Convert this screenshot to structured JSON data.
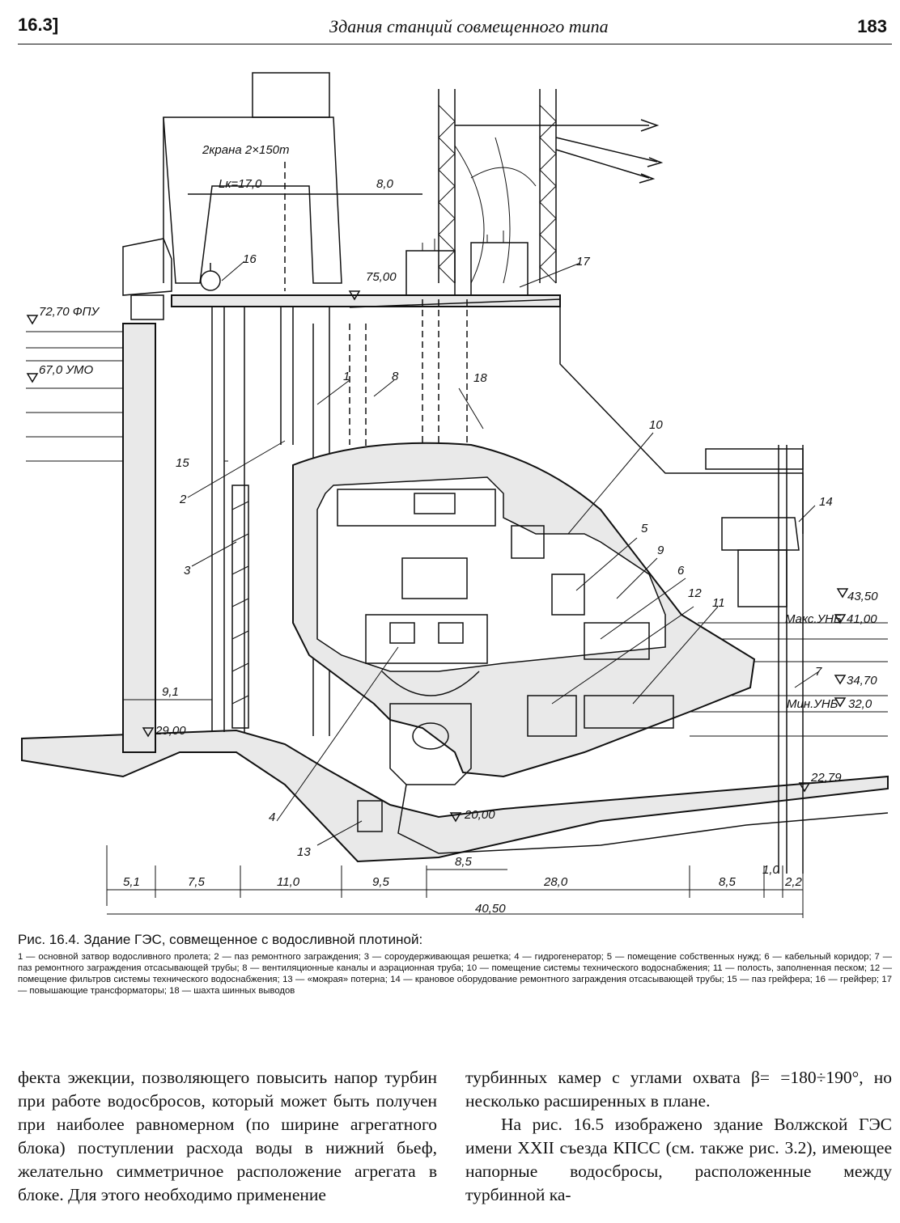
{
  "header": {
    "section": "16.3]",
    "running_title": "Здания станций совмещенного типа",
    "page_number": "183"
  },
  "figure": {
    "labels": {
      "crane": "2крана 2×150т",
      "span": "Lк=17,0",
      "dist_80": "8,0",
      "elev_7500": "75,00",
      "fpu": "72,70 ФПУ",
      "umo": "67,0 УМО",
      "elev_4350": "43,50",
      "max_unb": "Макс.УНБ",
      "elev_4100": "41,00",
      "elev_3470": "34,70",
      "min_unb": "Мин.УНБ",
      "elev_320": "32,0",
      "elev_2900": "29,00",
      "elev_2279": "22,79",
      "elev_2000": "20,00",
      "dist_91": "9,1",
      "dim_85_lower": "8,5"
    },
    "numbers": [
      "1",
      "2",
      "3",
      "4",
      "5",
      "6",
      "7",
      "8",
      "9",
      "10",
      "11",
      "12",
      "13",
      "14",
      "15",
      "16",
      "17",
      "18"
    ],
    "dimensions": [
      "5,1",
      "7,5",
      "11,0",
      "9,5",
      "28,0",
      "8,5",
      "1,0",
      "2,2",
      "40,50"
    ]
  },
  "caption": {
    "title": "Рис. 16.4. Здание ГЭС, совмещенное с водосливной плотиной:",
    "legend": "1 — основной затвор водосливного пролета; 2 — паз ремонтного заграждения; 3 — сороудерживающая решетка; 4 — гидрогенератор; 5 — помещение собственных нужд; 6 — кабельный коридор; 7 — паз ремонтного заграждения отсасывающей трубы; 8 — вентиляционные каналы и аэрационная труба; 10 — помещение системы технического водоснабжения; 11 — полость, заполненная песком; 12 — помещение фильтров системы технического водоснабжения; 13 — «мокрая» потерна; 14 — крановое оборудование ремонтного заграждения отсасывающей трубы; 15 — паз грейфера; 16 — грейфер; 17 — повышающие трансформаторы; 18 — шахта шинных выводов"
  },
  "body": {
    "left": "фекта эжекции, позволяющего повысить напор турбин при работе водосбросов, который может быть получен при наиболее равномерном (по ширине агрегатного блока) поступлении расхода воды в нижний бьеф, желательно симметричное расположение агрегата в блоке. Для этого необходимо применение",
    "right_1": "турбинных камер с углами охвата β= =180÷190°, но несколько расширенных в плане.",
    "right_2": "На рис. 16.5 изображено здание Волжской ГЭС имени XXII съезда КПСС (см. также рис. 3.2), имеющее напорные водосбросы, расположенные между турбинной ка-"
  }
}
